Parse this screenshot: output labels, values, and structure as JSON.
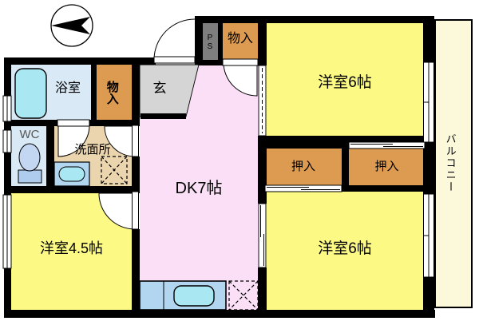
{
  "plan_title": "apartment-floor-plan",
  "rooms": {
    "dk": {
      "label": "DK7帖"
    },
    "west_room_top": {
      "label": "洋室6帖"
    },
    "west_room_bottom": {
      "label": "洋室6帖"
    },
    "west_room_small": {
      "label": "洋室4.5帖"
    },
    "bath": {
      "label": "浴室"
    },
    "wc": {
      "label": "WC"
    },
    "washroom": {
      "label": "洗面所"
    },
    "genkan": {
      "label": "玄"
    },
    "balcony": {
      "label": "バルコニー"
    }
  },
  "storage": {
    "pipe_space": {
      "label": "PS"
    },
    "storage_entry": {
      "label": "物入"
    },
    "storage_hall": {
      "label": "物入"
    },
    "closet_left": {
      "label": "押入"
    },
    "closet_right": {
      "label": "押入"
    }
  },
  "icons": {
    "compass": "north-arrow"
  },
  "colors": {
    "room_yellow": "#FCFA84",
    "dk_pink": "#FADFF6",
    "balcony_cream": "#FCF9DB",
    "closet_brown": "#DC9B50",
    "washroom_tan": "#EBD5AE",
    "bath_blue": "#D9E9F6",
    "genkan_gray": "#D5D5D5",
    "ps_gray": "#7E7E7E",
    "fixture_blue": "#B2D5F0",
    "water_cyan": "#A9E8F2",
    "wall_black": "#000000"
  }
}
